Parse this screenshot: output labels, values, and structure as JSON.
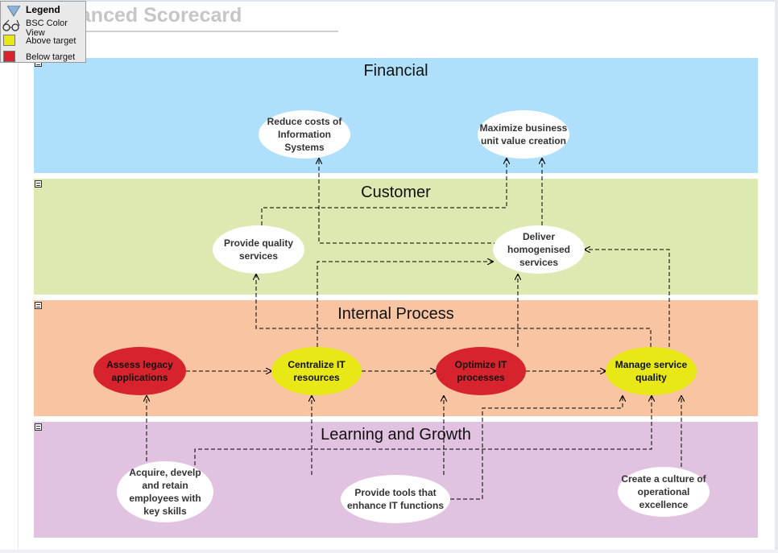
{
  "page": {
    "title": "Balanced Scorecard"
  },
  "legend": {
    "title": "Legend",
    "view_label": "BSC Color View",
    "items": [
      {
        "label": "Above target",
        "color": "#e8e817"
      },
      {
        "label": "Below target",
        "color": "#d7232d"
      }
    ]
  },
  "colors": {
    "financial": "#aee0fb",
    "customer": "#dce9b0",
    "internal_process": "#f9c4a2",
    "learning_growth": "#e2c2e1",
    "objective_default": "#ffffff",
    "above_target": "#e8e817",
    "below_target": "#d7232d",
    "link": "#000000"
  },
  "lanes": [
    {
      "key": "financial",
      "title": "Financial"
    },
    {
      "key": "customer",
      "title": "Customer"
    },
    {
      "key": "internal_process",
      "title": "Internal Process"
    },
    {
      "key": "learning_growth",
      "title": "Learning and Growth"
    }
  ],
  "objectives": [
    {
      "key": "reduce_costs",
      "label": "Reduce costs of Information Systems",
      "status": "none"
    },
    {
      "key": "maximize_value",
      "label": "Maximize business unit value creation",
      "status": "none"
    },
    {
      "key": "provide_quality",
      "label": "Provide quality services",
      "status": "none"
    },
    {
      "key": "deliver_homogenised",
      "label": "Deliver homogenised services",
      "status": "none"
    },
    {
      "key": "assess_legacy",
      "label": "Assess legacy applications",
      "status": "below"
    },
    {
      "key": "centralize_it",
      "label": "Centralize IT resources",
      "status": "above"
    },
    {
      "key": "optimize_it",
      "label": "Optimize IT processes",
      "status": "below"
    },
    {
      "key": "manage_service",
      "label": "Manage service quality",
      "status": "above"
    },
    {
      "key": "acquire_employees",
      "label": "Acquire, develp and retain employees with key skills",
      "status": "none"
    },
    {
      "key": "provide_tools",
      "label": "Provide tools that enhance IT functions",
      "status": "none"
    },
    {
      "key": "create_culture",
      "label": "Create a culture of operational excellence",
      "status": "none"
    }
  ],
  "links": [
    {
      "from": "deliver_homogenised",
      "to": "reduce_costs"
    },
    {
      "from": "deliver_homogenised",
      "to": "maximize_value"
    },
    {
      "from": "provide_quality",
      "to": "maximize_value"
    },
    {
      "from": "manage_service",
      "to": "provide_quality"
    },
    {
      "from": "manage_service",
      "to": "deliver_homogenised"
    },
    {
      "from": "centralize_it",
      "to": "deliver_homogenised"
    },
    {
      "from": "optimize_it",
      "to": "deliver_homogenised"
    },
    {
      "from": "assess_legacy",
      "to": "centralize_it"
    },
    {
      "from": "centralize_it",
      "to": "optimize_it"
    },
    {
      "from": "optimize_it",
      "to": "manage_service"
    },
    {
      "from": "acquire_employees",
      "to": "assess_legacy"
    },
    {
      "from": "acquire_employees",
      "to": "manage_service"
    },
    {
      "from": "provide_tools",
      "to": "centralize_it"
    },
    {
      "from": "provide_tools",
      "to": "optimize_it"
    },
    {
      "from": "provide_tools",
      "to": "manage_service"
    },
    {
      "from": "create_culture",
      "to": "manage_service"
    }
  ]
}
